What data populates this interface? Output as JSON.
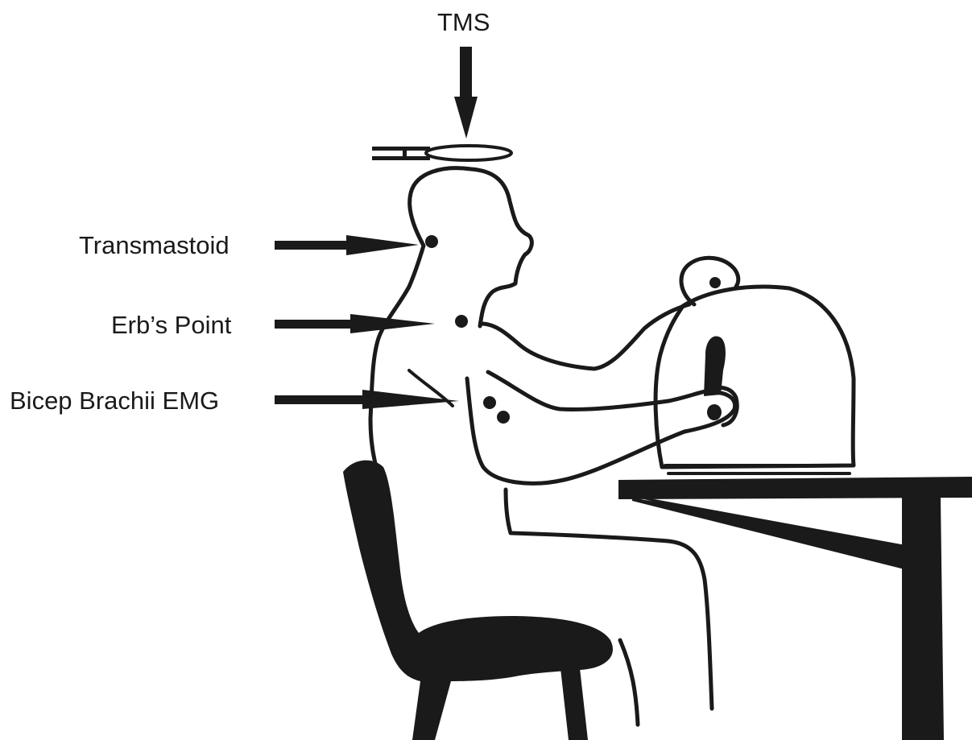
{
  "labels": {
    "tms": "TMS",
    "transmastoid": "Transmastoid",
    "erbs_point": "Erb’s Point",
    "bicep_emg": "Bicep Brachii EMG"
  },
  "colors": {
    "ink": "#1a1a1a",
    "background": "#ffffff"
  },
  "icons": {
    "coil": "tms-coil-icon",
    "person": "seated-person-outline",
    "chair": "chair-silhouette",
    "table": "table-silhouette",
    "device": "manipulandum-dome-device"
  }
}
